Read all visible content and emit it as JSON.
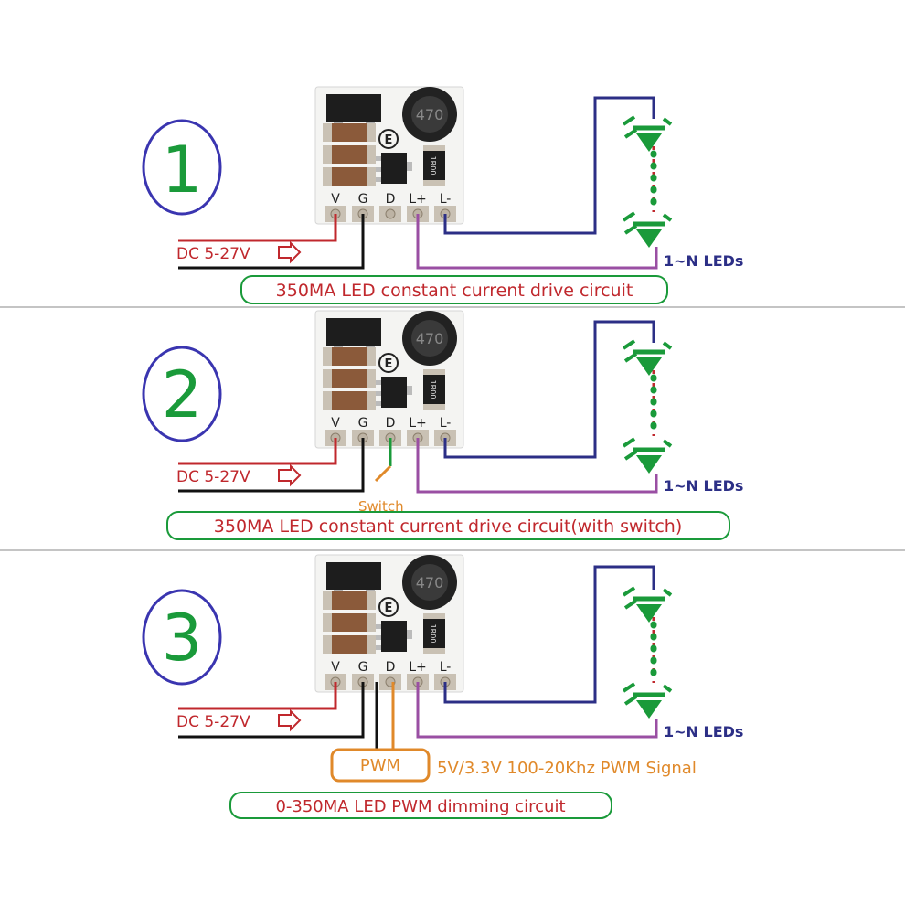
{
  "colors": {
    "red": "#c0282d",
    "black": "#111111",
    "green": "#1a9a3a",
    "blue": "#2c2f86",
    "purple": "#9a4fa3",
    "orange": "#e0892a",
    "circle_blue": "#3a35b0",
    "separator": "#888888"
  },
  "pin_labels": [
    "V",
    "G",
    "D",
    "L+",
    "L-"
  ],
  "inductor_label": "470",
  "resistor_label": "1R00",
  "e_mark": "E",
  "input_label": "DC 5-27V",
  "leds_label": "1~N LEDs",
  "panels": [
    {
      "number": "1",
      "caption": "350MA LED constant current drive circuit"
    },
    {
      "number": "2",
      "caption": "350MA LED constant current drive circuit(with switch)",
      "switch_label": "Switch"
    },
    {
      "number": "3",
      "caption": "0-350MA LED PWM dimming circuit",
      "pwm_label": "PWM",
      "pwm_signal": "5V/3.3V 100-20Khz PWM Signal"
    }
  ]
}
